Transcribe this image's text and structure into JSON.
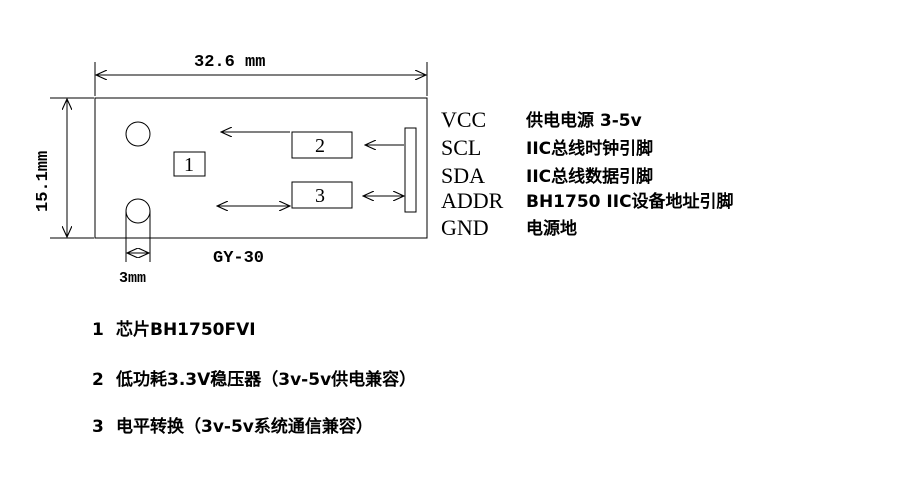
{
  "dimensions": {
    "width_label": "32.6 mm",
    "height_label": "15.1mm",
    "hole_label": "3mm"
  },
  "board": {
    "name": "GY-30",
    "chip_number": "1",
    "regulator_number": "2",
    "level_shift_number": "3"
  },
  "pins": [
    {
      "name": "VCC",
      "desc": "供电电源 3-5v"
    },
    {
      "name": "SCL",
      "desc": "IIC总线时钟引脚"
    },
    {
      "name": "SDA",
      "desc": "IIC总线数据引脚"
    },
    {
      "name": "ADDR",
      "desc": "BH1750 IIC设备地址引脚"
    },
    {
      "name": "GND",
      "desc": "电源地"
    }
  ],
  "legend": [
    {
      "num": "1",
      "text": "芯片BH1750FVI"
    },
    {
      "num": "2",
      "text": "低功耗3.3V稳压器（3v-5v供电兼容）"
    },
    {
      "num": "3",
      "text": "电平转换（3v-5v系统通信兼容）"
    }
  ]
}
